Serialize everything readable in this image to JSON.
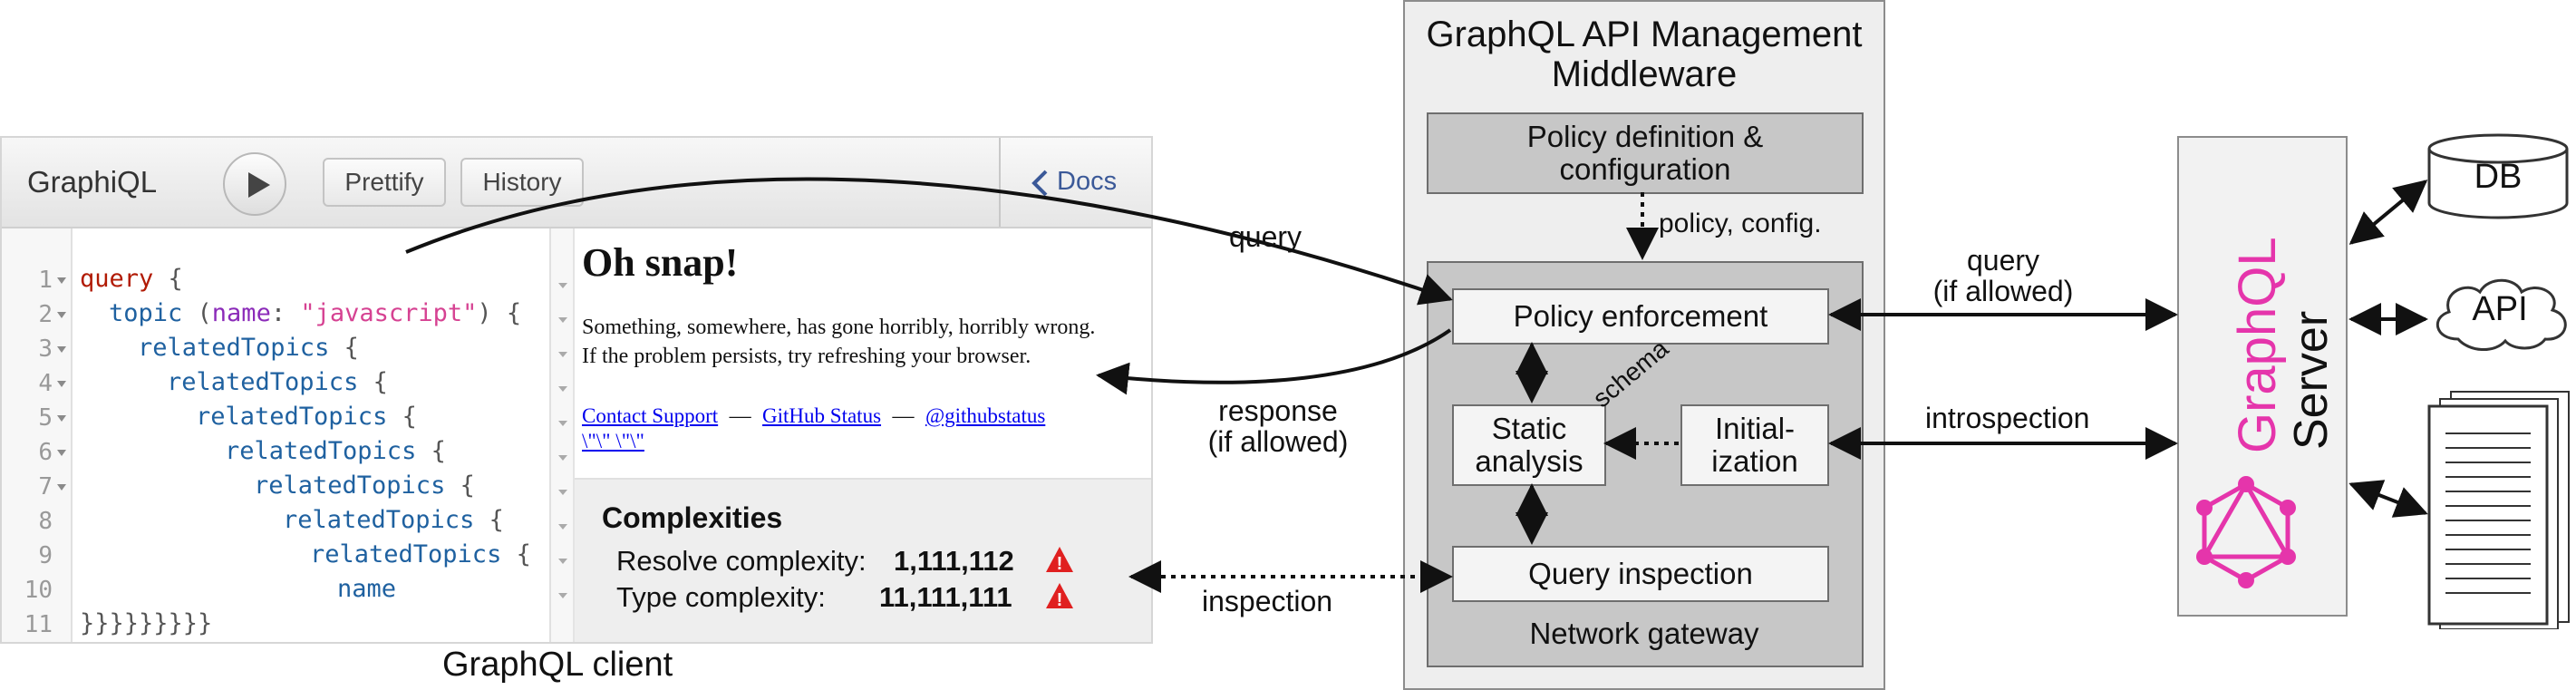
{
  "graphiql": {
    "logo": "GraphiQL",
    "buttons": {
      "prettify": "Prettify",
      "history": "History",
      "docs": "Docs"
    },
    "line_numbers": [
      "1",
      "2",
      "3",
      "4",
      "5",
      "6",
      "7",
      "8",
      "9",
      "10",
      "11"
    ],
    "code": {
      "l1_keyword": "query",
      "l1_brace": " {",
      "l2_field": "topic",
      "l2_open": " (",
      "l2_arg": "name",
      "l2_colon": ": ",
      "l2_string": "\"javascript\"",
      "l2_close": ") {",
      "field": "relatedTopics",
      "brace": " {",
      "l10": "name",
      "l11": "}}}}}}}}}"
    },
    "error": {
      "title": "Oh snap!",
      "line1": "Something, somewhere, has gone horribly, horribly wrong.",
      "line2": "If the problem persists, try refreshing your browser.",
      "link_support": "Contact Support",
      "sep": "—",
      "link_status": "GitHub Status",
      "link_twitter": "@githubstatus",
      "link_extra": "\\\"\\\" \\\"\\\""
    },
    "complexities": {
      "title": "Complexities",
      "resolve_label": "Resolve complexity:",
      "resolve_value": "1,111,112",
      "type_label": "Type complexity:",
      "type_value": "11,111,111",
      "warning_glyph": "!"
    }
  },
  "client_caption": "GraphQL client",
  "middleware": {
    "title_line1": "GraphQL API Management",
    "title_line2": "Middleware",
    "policy_def_line1": "Policy definition &",
    "policy_def_line2": "configuration",
    "policy_config_label": "policy, config.",
    "policy_enforcement": "Policy enforcement",
    "static_line1": "Static",
    "static_line2": "analysis",
    "schema_label": "schema",
    "init_line1": "Initial-",
    "init_line2": "ization",
    "query_inspection": "Query inspection",
    "network_gateway": "Network gateway"
  },
  "arrows": {
    "query": "query",
    "response_line1": "response",
    "response_line2": "(if allowed)",
    "inspection": "inspection",
    "query_allowed_line1": "query",
    "query_allowed_line2": "(if allowed)",
    "introspection": "introspection"
  },
  "server": {
    "brand": "GraphQL",
    "label": "Server",
    "brand_color": "#e535ab"
  },
  "backends": {
    "db": "DB",
    "api": "API"
  }
}
